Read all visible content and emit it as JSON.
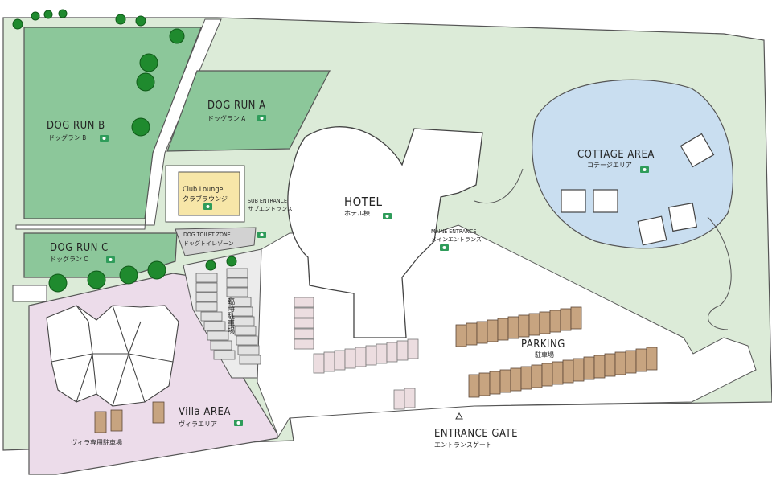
{
  "colors": {
    "lawn": "#dcebd8",
    "dog_run": "#8cc79a",
    "cottage": "#c9def0",
    "villa": "#ecdcea",
    "club": "#f7e6a8",
    "pavement": "#ffffff",
    "outline": "#555555",
    "tree": "#1f8a2e",
    "parking_brown": "#c7a480",
    "camera": "#2f9c5a"
  },
  "labels": {
    "dog_run_a": {
      "en": "DOG RUN A",
      "jp": "ドッグラン A"
    },
    "dog_run_b": {
      "en": "DOG RUN B",
      "jp": "ドッグラン B"
    },
    "dog_run_c": {
      "en": "DOG RUN C",
      "jp": "ドッグラン C"
    },
    "club_lounge": {
      "en": "Club Lounge",
      "jp": "クラブラウンジ"
    },
    "dog_toilet": {
      "en": "DOG TOILET ZONE",
      "jp": "ドッグトイレゾーン"
    },
    "sub_entrance": {
      "en": "SUB ENTRANCE",
      "jp": "サブエントランス"
    },
    "hotel": {
      "en": "HOTEL",
      "jp": "ホテル棟"
    },
    "main_entrance": {
      "en": "MAINE ENTRANCE",
      "jp": "メインエントランス"
    },
    "cottage_area": {
      "en": "COTTAGE AREA",
      "jp": "コテージエリア"
    },
    "parking": {
      "en": "PARKING",
      "jp": "駐車場"
    },
    "temp_parking": {
      "jp": "臨時駐車場"
    },
    "villa_area": {
      "en": "Villa AREA",
      "jp": "ヴィラエリア"
    },
    "villa_parking": {
      "jp": "ヴィラ専用駐車場"
    },
    "entrance_gate": {
      "en": "ENTRANCE GATE",
      "jp": "エントランスゲート"
    }
  },
  "icons": [
    "camera-icon",
    "tree-icon",
    "entrance-arrow-icon"
  ]
}
